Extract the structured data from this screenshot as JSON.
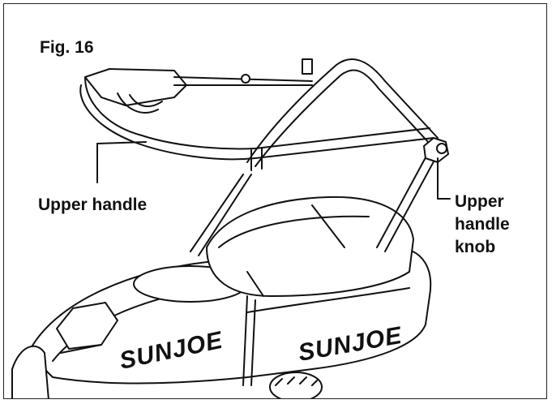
{
  "figure": {
    "title": "Fig. 16"
  },
  "labels": {
    "upper_handle": "Upper handle",
    "knob_line1": "Upper",
    "knob_line2": "handle",
    "knob_line3": "knob"
  },
  "brand": {
    "deck_logo": "SUNJOE",
    "side_logo": "SUNJOE"
  },
  "colors": {
    "ink": "#111111",
    "paper": "#ffffff"
  }
}
